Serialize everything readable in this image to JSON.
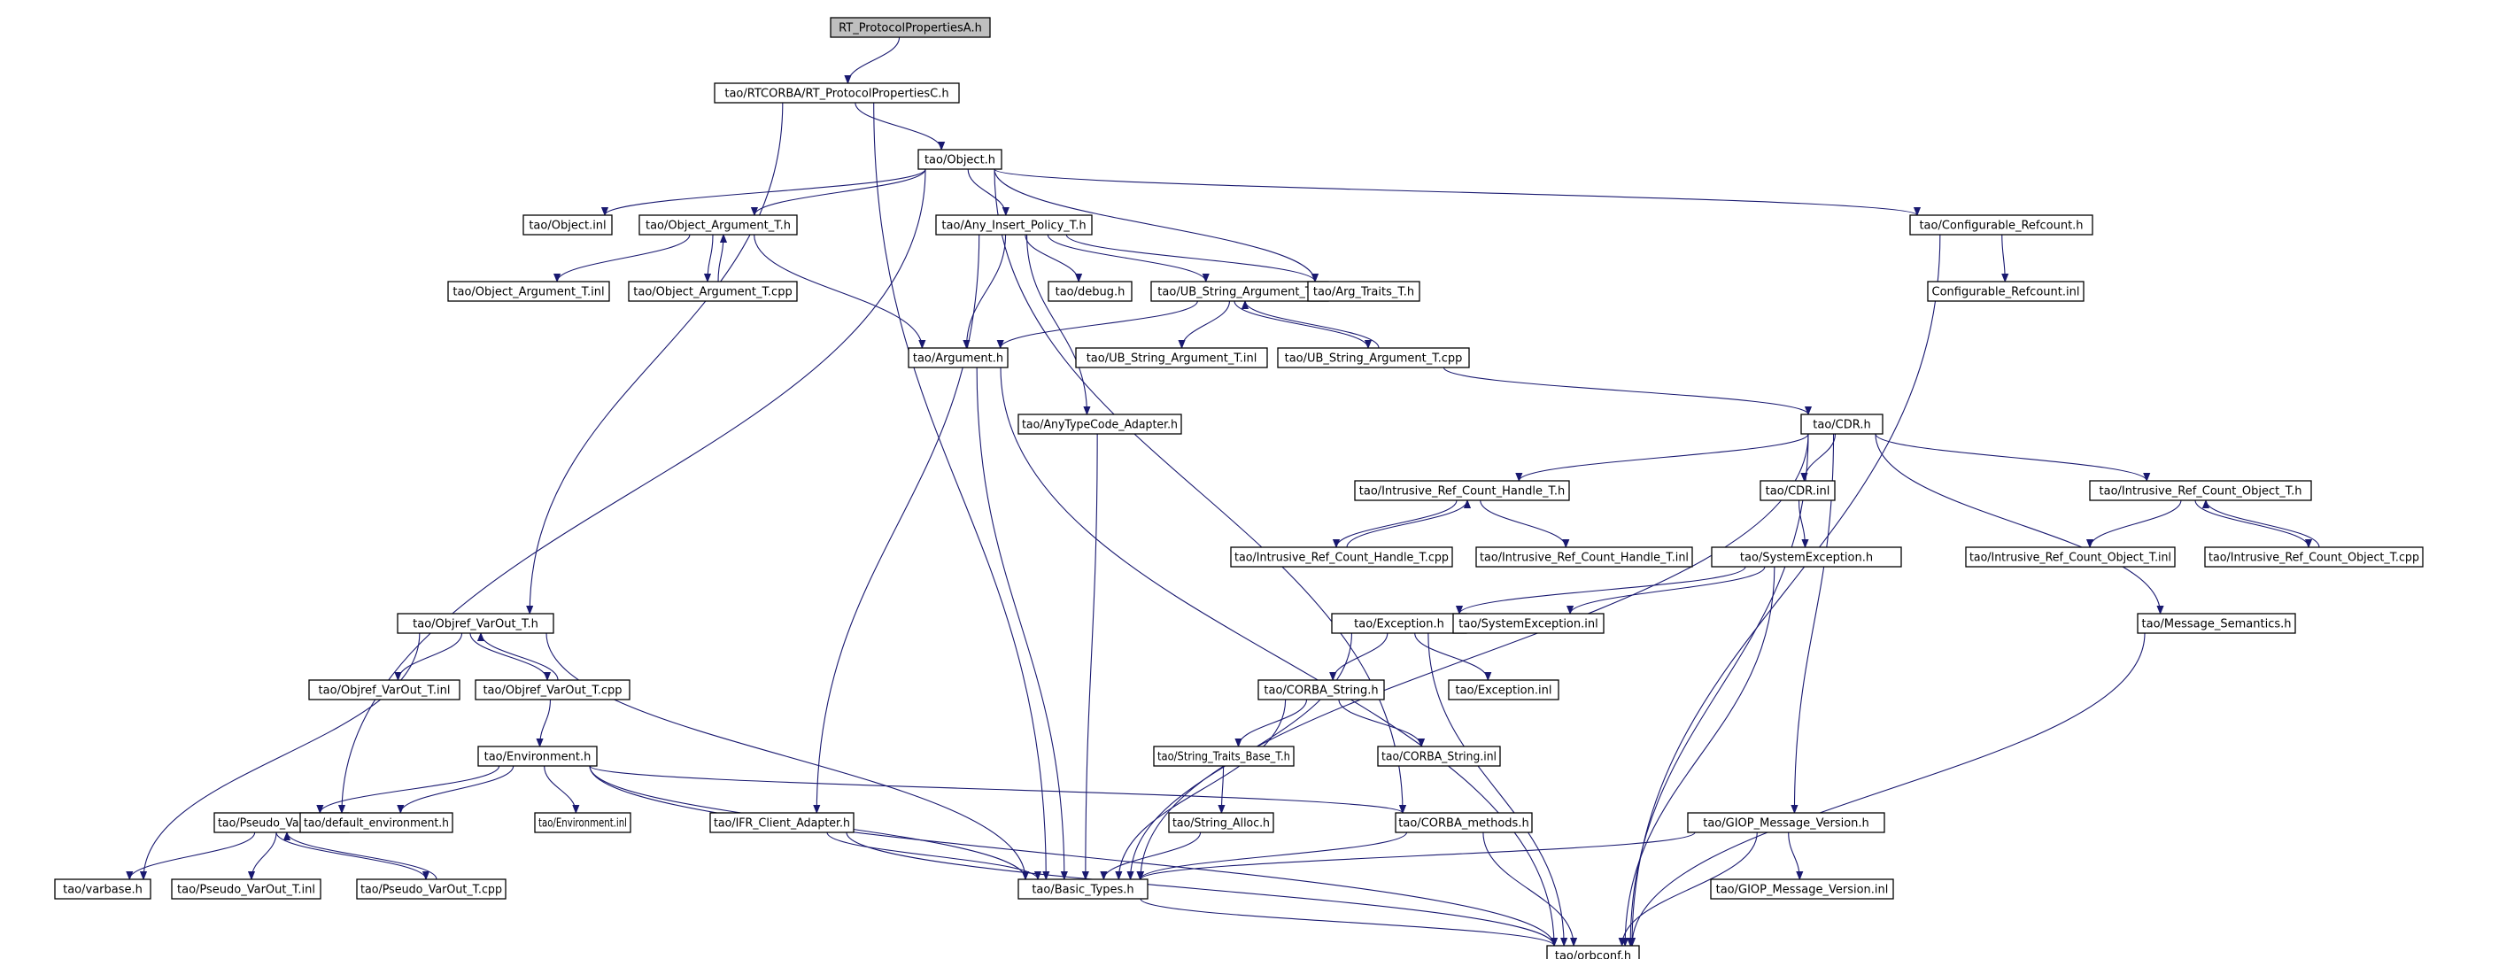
{
  "title": "RT_ProtocolPropertiesA.h",
  "colors": {
    "edge": "#191970",
    "root_fill": "#bfbfbf",
    "node_fill": "#ffffff",
    "node_border": "#000000"
  },
  "nodes": [
    {
      "id": "n0",
      "label": "RT_ProtocolPropertiesA.h",
      "root": true
    },
    {
      "id": "n1",
      "label": "tao/RTCORBA/RT_ProtocolPropertiesC.h"
    },
    {
      "id": "n2",
      "label": "tao/Object.h"
    },
    {
      "id": "n3",
      "label": "tao/Object.inl"
    },
    {
      "id": "n4",
      "label": "tao/Object_Argument_T.h"
    },
    {
      "id": "n5",
      "label": "tao/Any_Insert_Policy_T.h"
    },
    {
      "id": "n6",
      "label": "tao/Configurable_Refcount.h"
    },
    {
      "id": "n7",
      "label": "tao/Object_Argument_T.inl"
    },
    {
      "id": "n8",
      "label": "tao/Object_Argument_T.cpp"
    },
    {
      "id": "n9",
      "label": "tao/debug.h"
    },
    {
      "id": "n10",
      "label": "tao/UB_String_Argument_T.h"
    },
    {
      "id": "n11",
      "label": "tao/Arg_Traits_T.h"
    },
    {
      "id": "n12",
      "label": "Configurable_Refcount.inl"
    },
    {
      "id": "n13",
      "label": "tao/Argument.h"
    },
    {
      "id": "n14",
      "label": "tao/UB_String_Argument_T.inl"
    },
    {
      "id": "n15",
      "label": "tao/UB_String_Argument_T.cpp"
    },
    {
      "id": "n16",
      "label": "tao/AnyTypeCode_Adapter.h"
    },
    {
      "id": "n17",
      "label": "tao/CDR.h"
    },
    {
      "id": "n18",
      "label": "tao/Intrusive_Ref_Count_Handle_T.h"
    },
    {
      "id": "n19",
      "label": "tao/CDR.inl"
    },
    {
      "id": "n20",
      "label": "tao/Intrusive_Ref_Count_Object_T.h"
    },
    {
      "id": "n21",
      "label": "tao/Intrusive_Ref_Count_Handle_T.cpp"
    },
    {
      "id": "n22",
      "label": "tao/Intrusive_Ref_Count_Handle_T.inl"
    },
    {
      "id": "n23",
      "label": "tao/SystemException.h"
    },
    {
      "id": "n24",
      "label": "tao/Intrusive_Ref_Count_Object_T.inl"
    },
    {
      "id": "n25",
      "label": "tao/Intrusive_Ref_Count_Object_T.cpp"
    },
    {
      "id": "n26",
      "label": "tao/Objref_VarOut_T.h"
    },
    {
      "id": "n27",
      "label": "tao/Exception.h"
    },
    {
      "id": "n28",
      "label": "tao/SystemException.inl"
    },
    {
      "id": "n29",
      "label": "tao/Message_Semantics.h"
    },
    {
      "id": "n30",
      "label": "tao/Objref_VarOut_T.inl"
    },
    {
      "id": "n31",
      "label": "tao/Objref_VarOut_T.cpp"
    },
    {
      "id": "n32",
      "label": "tao/CORBA_String.h"
    },
    {
      "id": "n33",
      "label": "tao/Exception.inl"
    },
    {
      "id": "n34",
      "label": "tao/Environment.h"
    },
    {
      "id": "n35",
      "label": "tao/String_Traits_Base_T.h"
    },
    {
      "id": "n36",
      "label": "tao/CORBA_String.inl"
    },
    {
      "id": "n37",
      "label": "tao/Pseudo_VarOut_T.h"
    },
    {
      "id": "n38",
      "label": "tao/default_environment.h"
    },
    {
      "id": "n39",
      "label": "tao/Environment.inl"
    },
    {
      "id": "n40",
      "label": "tao/IFR_Client_Adapter.h"
    },
    {
      "id": "n41",
      "label": "tao/String_Alloc.h"
    },
    {
      "id": "n42",
      "label": "tao/CORBA_methods.h"
    },
    {
      "id": "n43",
      "label": "tao/GIOP_Message_Version.h"
    },
    {
      "id": "n44",
      "label": "tao/varbase.h"
    },
    {
      "id": "n45",
      "label": "tao/Pseudo_VarOut_T.inl"
    },
    {
      "id": "n46",
      "label": "tao/Pseudo_VarOut_T.cpp"
    },
    {
      "id": "n47",
      "label": "tao/Basic_Types.h"
    },
    {
      "id": "n48",
      "label": "tao/GIOP_Message_Version.inl"
    },
    {
      "id": "n49",
      "label": "tao/orbconf.h"
    }
  ],
  "edges": [
    [
      "n0",
      "n1"
    ],
    [
      "n1",
      "n2"
    ],
    [
      "n1",
      "n26"
    ],
    [
      "n1",
      "n47"
    ],
    [
      "n2",
      "n3"
    ],
    [
      "n2",
      "n4"
    ],
    [
      "n2",
      "n5"
    ],
    [
      "n2",
      "n6"
    ],
    [
      "n2",
      "n11"
    ],
    [
      "n2",
      "n37"
    ],
    [
      "n2",
      "n42"
    ],
    [
      "n4",
      "n7"
    ],
    [
      "n4",
      "n8"
    ],
    [
      "n8",
      "n4"
    ],
    [
      "n4",
      "n13"
    ],
    [
      "n5",
      "n9"
    ],
    [
      "n5",
      "n10"
    ],
    [
      "n5",
      "n11"
    ],
    [
      "n5",
      "n13"
    ],
    [
      "n5",
      "n16"
    ],
    [
      "n5",
      "n40"
    ],
    [
      "n6",
      "n12"
    ],
    [
      "n6",
      "n49"
    ],
    [
      "n10",
      "n13"
    ],
    [
      "n10",
      "n14"
    ],
    [
      "n10",
      "n15"
    ],
    [
      "n15",
      "n10"
    ],
    [
      "n15",
      "n17"
    ],
    [
      "n13",
      "n47"
    ],
    [
      "n13",
      "n49"
    ],
    [
      "n16",
      "n47"
    ],
    [
      "n17",
      "n18"
    ],
    [
      "n17",
      "n19"
    ],
    [
      "n17",
      "n20"
    ],
    [
      "n17",
      "n29"
    ],
    [
      "n17",
      "n43"
    ],
    [
      "n17",
      "n47"
    ],
    [
      "n17",
      "n49"
    ],
    [
      "n18",
      "n21"
    ],
    [
      "n21",
      "n18"
    ],
    [
      "n18",
      "n22"
    ],
    [
      "n20",
      "n24"
    ],
    [
      "n20",
      "n25"
    ],
    [
      "n25",
      "n20"
    ],
    [
      "n19",
      "n23"
    ],
    [
      "n23",
      "n27"
    ],
    [
      "n23",
      "n28"
    ],
    [
      "n23",
      "n49"
    ],
    [
      "n27",
      "n32"
    ],
    [
      "n27",
      "n33"
    ],
    [
      "n27",
      "n47"
    ],
    [
      "n27",
      "n49"
    ],
    [
      "n32",
      "n35"
    ],
    [
      "n32",
      "n36"
    ],
    [
      "n32",
      "n47"
    ],
    [
      "n35",
      "n41"
    ],
    [
      "n41",
      "n47"
    ],
    [
      "n26",
      "n30"
    ],
    [
      "n26",
      "n31"
    ],
    [
      "n31",
      "n26"
    ],
    [
      "n26",
      "n44"
    ],
    [
      "n26",
      "n47"
    ],
    [
      "n31",
      "n34"
    ],
    [
      "n34",
      "n37"
    ],
    [
      "n34",
      "n38"
    ],
    [
      "n34",
      "n39"
    ],
    [
      "n34",
      "n42"
    ],
    [
      "n34",
      "n47"
    ],
    [
      "n34",
      "n49"
    ],
    [
      "n37",
      "n44"
    ],
    [
      "n37",
      "n45"
    ],
    [
      "n37",
      "n46"
    ],
    [
      "n46",
      "n37"
    ],
    [
      "n40",
      "n47"
    ],
    [
      "n40",
      "n49"
    ],
    [
      "n42",
      "n47"
    ],
    [
      "n42",
      "n49"
    ],
    [
      "n43",
      "n47"
    ],
    [
      "n43",
      "n48"
    ],
    [
      "n43",
      "n49"
    ],
    [
      "n29",
      "n49"
    ],
    [
      "n47",
      "n49"
    ]
  ]
}
